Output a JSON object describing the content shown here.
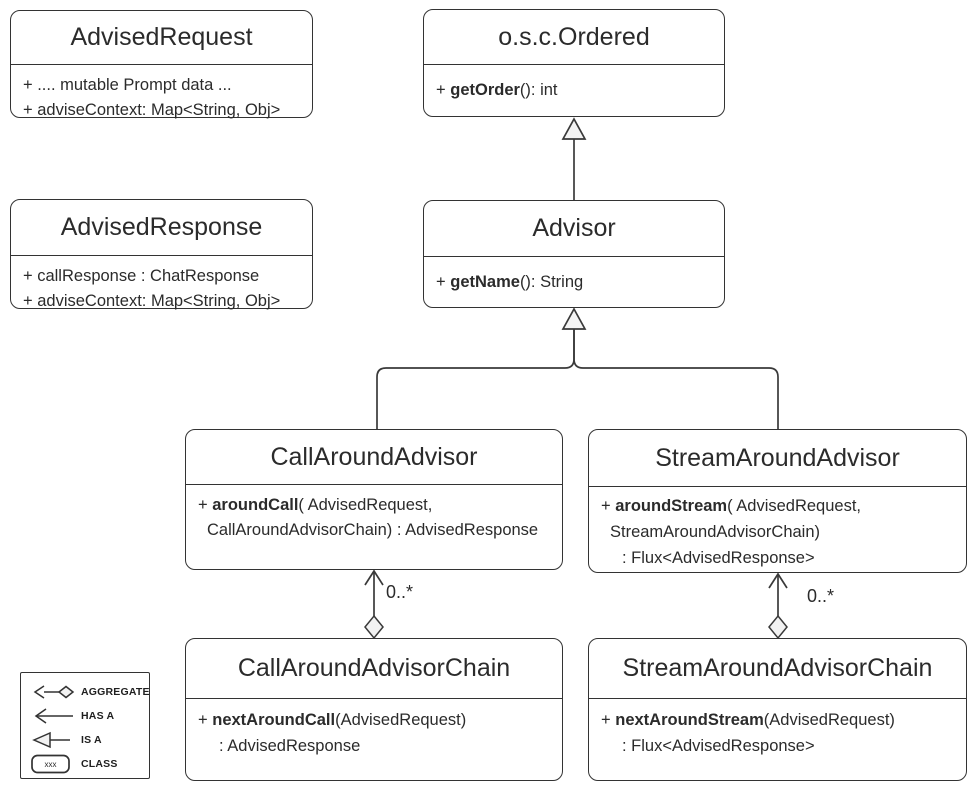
{
  "classes": {
    "advised_request": {
      "title": "AdvisedRequest",
      "lines": [
        {
          "pre": "+ .... mutable Prompt data ..."
        },
        {
          "pre": "+ adviseContext: Map<String, Obj>"
        }
      ]
    },
    "advised_response": {
      "title": "AdvisedResponse",
      "lines": [
        {
          "pre": "+ callResponse : ChatResponse"
        },
        {
          "pre": "+ adviseContext: Map<String, Obj>"
        }
      ]
    },
    "ordered": {
      "title": "o.s.c.Ordered",
      "lines": [
        {
          "pre": "+ ",
          "name": "getOrder",
          "post": "(): int"
        }
      ]
    },
    "advisor": {
      "title": "Advisor",
      "lines": [
        {
          "pre": "+ ",
          "name": "getName",
          "post": "(): String"
        }
      ]
    },
    "call_around_advisor": {
      "title": "CallAroundAdvisor",
      "lines": [
        {
          "pre": "+ ",
          "name": "aroundCall",
          "post": "( AdvisedRequest,"
        },
        {
          "pre": "CallAroundAdvisorChain) : AdvisedResponse"
        }
      ]
    },
    "stream_around_advisor": {
      "title": "StreamAroundAdvisor",
      "lines": [
        {
          "pre": "+ ",
          "name": "aroundStream",
          "post": "( AdvisedRequest,"
        },
        {
          "pre": "StreamAroundAdvisorChain)"
        },
        {
          "pre": ": Flux<AdvisedResponse>"
        }
      ]
    },
    "call_around_advisor_chain": {
      "title": "CallAroundAdvisorChain",
      "lines": [
        {
          "pre": "+ ",
          "name": "nextAroundCall",
          "post": "(AdvisedRequest)"
        },
        {
          "pre": ": AdvisedResponse"
        }
      ]
    },
    "stream_around_advisor_chain": {
      "title": "StreamAroundAdvisorChain",
      "lines": [
        {
          "pre": "+ ",
          "name": "nextAroundStream",
          "post": "(AdvisedRequest)"
        },
        {
          "pre": ": Flux<AdvisedResponse>"
        }
      ]
    }
  },
  "relations": {
    "call_chain_multiplicity": "0..*",
    "stream_chain_multiplicity": "0..*"
  },
  "legend": {
    "items": [
      {
        "icon": "aggregate-icon",
        "label": "AGGREGATE"
      },
      {
        "icon": "has-a-arrow-icon",
        "label": "HAS A"
      },
      {
        "icon": "is-a-arrow-icon",
        "label": "IS A"
      },
      {
        "icon": "class-box-icon",
        "label": "CLASS"
      }
    ],
    "class_sample": "xxx"
  },
  "colors": {
    "stroke": "#333333",
    "text": "#2b2b2b",
    "shape_fill": "#f2f2f2",
    "background": "#ffffff"
  }
}
